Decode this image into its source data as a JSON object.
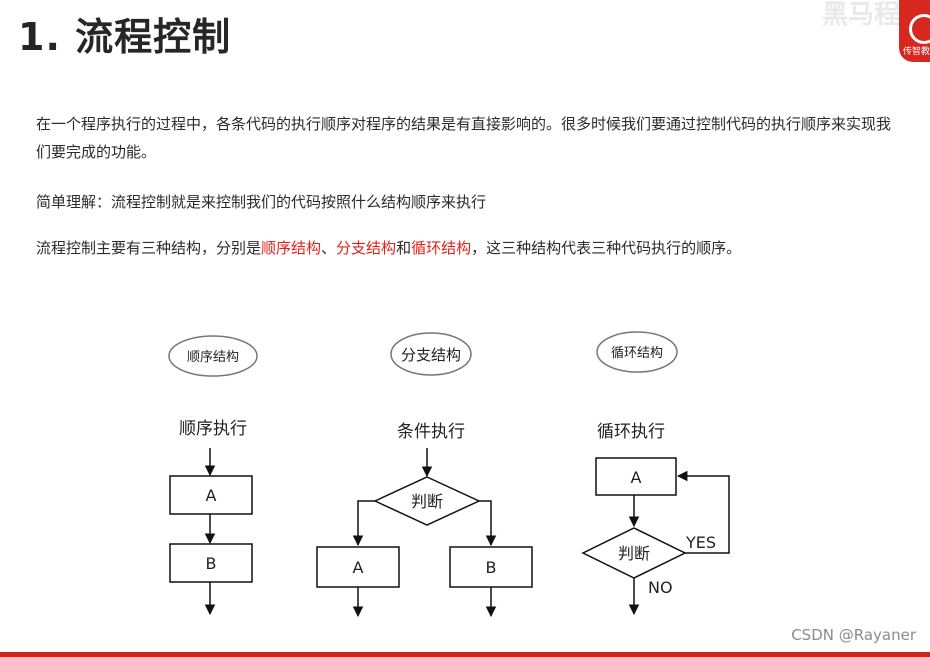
{
  "title": "1. 流程控制",
  "watermark": "黑马程序",
  "logo_sub": "传智教",
  "paragraphs": {
    "p1": "在一个程序执行的过程中，各条代码的执行顺序对程序的结果是有直接影响的。很多时候我们要通过控制代码的执行顺序来实现我们要完成的功能。",
    "p2": "简单理解：流程控制就是来控制我们的代码按照什么结构顺序来执行",
    "p3": {
      "prefix": "流程控制主要有三种结构，分别是",
      "s1": "顺序结构",
      "sep1": "、",
      "s2": "分支结构",
      "sep2": "和",
      "s3": "循环结构",
      "suffix": "，这三种结构代表三种代码执行的顺序。"
    }
  },
  "diagram": {
    "sequence": {
      "ellipse": "顺序结构",
      "heading": "顺序执行",
      "box_a": "A",
      "box_b": "B"
    },
    "branch": {
      "ellipse": "分支结构",
      "heading": "条件执行",
      "decision": "判断",
      "box_a": "A",
      "box_b": "B"
    },
    "loop": {
      "ellipse": "循环结构",
      "heading": "循环执行",
      "box_a": "A",
      "decision": "判断",
      "yes": "YES",
      "no": "NO"
    }
  },
  "footer": {
    "credit": "CSDN @Rayaner"
  },
  "colors": {
    "accent_red": "#e2231a",
    "logo_red": "#d7281f",
    "bottom_bar": "#c8281e"
  }
}
